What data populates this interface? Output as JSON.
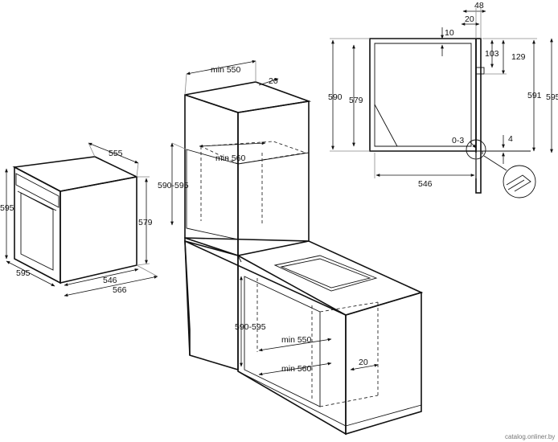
{
  "oven": {
    "width_label": "555",
    "height_label": "595",
    "depth_label_left": "595",
    "inner_height_label": "579",
    "depth_546_label": "546",
    "depth_566_label": "566"
  },
  "tall_cabinet": {
    "top_width_label": "min 550",
    "top_offset_label": "20",
    "niche_depth_label": "min 560",
    "niche_height_label": "590-595"
  },
  "base_cabinet": {
    "niche_height_label": "590-595",
    "niche_width_label": "min 550",
    "niche_depth_label": "min 560",
    "bottom_offset_label": "20"
  },
  "section": {
    "top_48_label": "48",
    "top_20_label": "20",
    "top_10_label": "10",
    "side_103_label": "103",
    "side_129_label": "129",
    "left_590_label": "590",
    "left_579_label": "579",
    "right_591_label": "591",
    "right_595_label": "595",
    "gap_label": "0-3",
    "gap_4_label": "4",
    "bottom_546_label": "546"
  },
  "watermark": "catalog.onliner.by"
}
